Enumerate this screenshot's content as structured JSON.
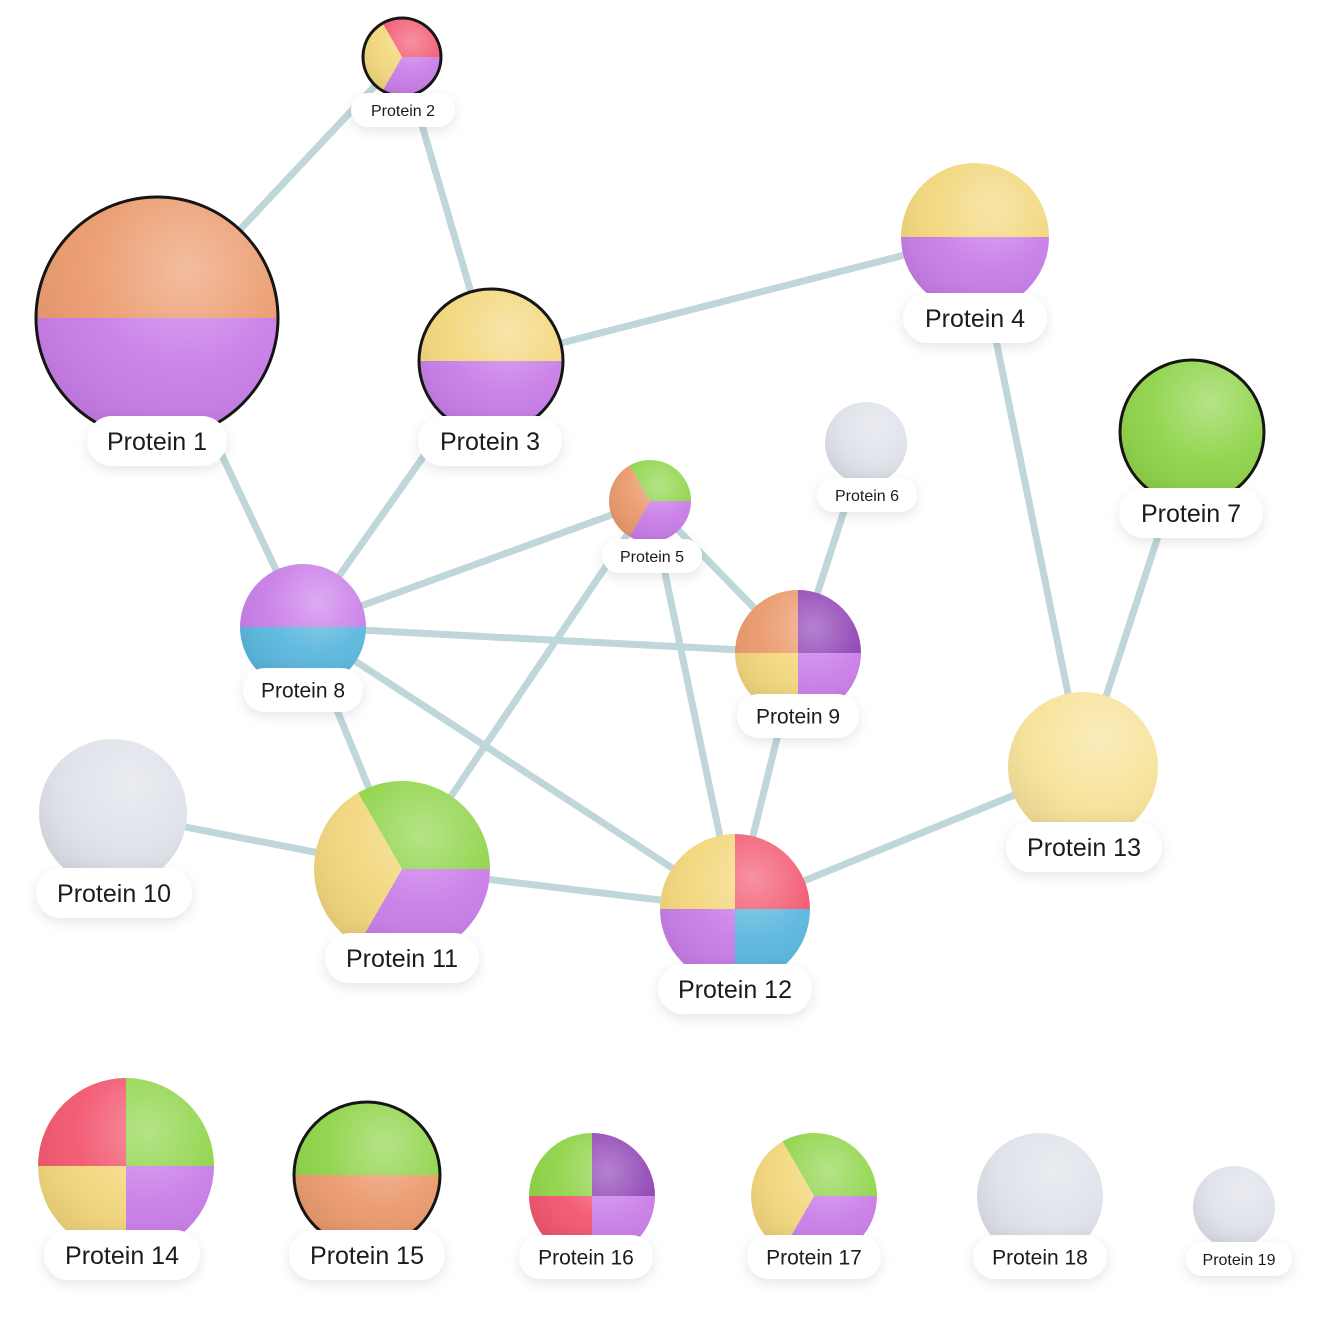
{
  "colors": {
    "edge": "#bfd6da",
    "outline": "#151515",
    "label_bg": "#ffffff",
    "peach": "#eb9a6c",
    "purple": "#c97de8",
    "yellow": "#f3d77c",
    "pink": "#f2566f",
    "green": "#8ed448",
    "blue": "#5ab7de",
    "dark_purple": "#8d3fb4",
    "light_yellow": "#f7e39a",
    "grey": "#dfe2ea"
  },
  "nodes": [
    {
      "id": "p1",
      "label": "Protein 1",
      "style": "halves",
      "colors": [
        "peach",
        "purple"
      ],
      "outlined": true
    },
    {
      "id": "p2",
      "label": "Protein 2",
      "style": "pie3",
      "colors": [
        "pink",
        "purple",
        "yellow"
      ],
      "outlined": true
    },
    {
      "id": "p3",
      "label": "Protein 3",
      "style": "halves",
      "colors": [
        "yellow",
        "purple"
      ],
      "outlined": true
    },
    {
      "id": "p4",
      "label": "Protein 4",
      "style": "halves",
      "colors": [
        "yellow",
        "purple"
      ],
      "outlined": false
    },
    {
      "id": "p5",
      "label": "Protein 5",
      "style": "pie3",
      "colors": [
        "green",
        "purple",
        "peach"
      ],
      "outlined": false
    },
    {
      "id": "p6",
      "label": "Protein 6",
      "style": "solid",
      "colors": [
        "grey"
      ],
      "outlined": false
    },
    {
      "id": "p7",
      "label": "Protein 7",
      "style": "solid",
      "colors": [
        "green"
      ],
      "outlined": true
    },
    {
      "id": "p8",
      "label": "Protein 8",
      "style": "halves",
      "colors": [
        "purple",
        "blue"
      ],
      "outlined": false
    },
    {
      "id": "p9",
      "label": "Protein 9",
      "style": "quarters",
      "colors": [
        "peach",
        "dark_purple",
        "purple",
        "yellow"
      ],
      "outlined": false
    },
    {
      "id": "p10",
      "label": "Protein 10",
      "style": "solid",
      "colors": [
        "grey"
      ],
      "outlined": false
    },
    {
      "id": "p11",
      "label": "Protein 11",
      "style": "pie3",
      "colors": [
        "green",
        "purple",
        "yellow"
      ],
      "outlined": false
    },
    {
      "id": "p12",
      "label": "Protein 12",
      "style": "quarters",
      "colors": [
        "yellow",
        "pink",
        "blue",
        "purple"
      ],
      "outlined": false
    },
    {
      "id": "p13",
      "label": "Protein 13",
      "style": "solid",
      "colors": [
        "light_yellow"
      ],
      "outlined": false
    },
    {
      "id": "p14",
      "label": "Protein 14",
      "style": "quarters",
      "colors": [
        "pink",
        "green",
        "purple",
        "yellow"
      ],
      "outlined": false
    },
    {
      "id": "p15",
      "label": "Protein 15",
      "style": "halves",
      "colors": [
        "green",
        "peach"
      ],
      "outlined": true
    },
    {
      "id": "p16",
      "label": "Protein 16",
      "style": "quarters",
      "colors": [
        "green",
        "dark_purple",
        "purple",
        "pink"
      ],
      "outlined": false
    },
    {
      "id": "p17",
      "label": "Protein 17",
      "style": "pie3",
      "colors": [
        "green",
        "purple",
        "yellow"
      ],
      "outlined": false
    },
    {
      "id": "p18",
      "label": "Protein 18",
      "style": "solid",
      "colors": [
        "grey"
      ],
      "outlined": false
    },
    {
      "id": "p19",
      "label": "Protein 19",
      "style": "solid",
      "colors": [
        "grey"
      ],
      "outlined": false
    }
  ],
  "edges": [
    [
      "p1",
      "p2"
    ],
    [
      "p2",
      "p3"
    ],
    [
      "p1",
      "p8"
    ],
    [
      "p3",
      "p8"
    ],
    [
      "p3",
      "p4"
    ],
    [
      "p4",
      "p13"
    ],
    [
      "p7",
      "p13"
    ],
    [
      "p13",
      "p12"
    ],
    [
      "p5",
      "p8"
    ],
    [
      "p5",
      "p9"
    ],
    [
      "p5",
      "p11"
    ],
    [
      "p5",
      "p12"
    ],
    [
      "p6",
      "p9"
    ],
    [
      "p8",
      "p9"
    ],
    [
      "p8",
      "p11"
    ],
    [
      "p8",
      "p12"
    ],
    [
      "p9",
      "p12"
    ],
    [
      "p10",
      "p11"
    ],
    [
      "p11",
      "p12"
    ]
  ]
}
